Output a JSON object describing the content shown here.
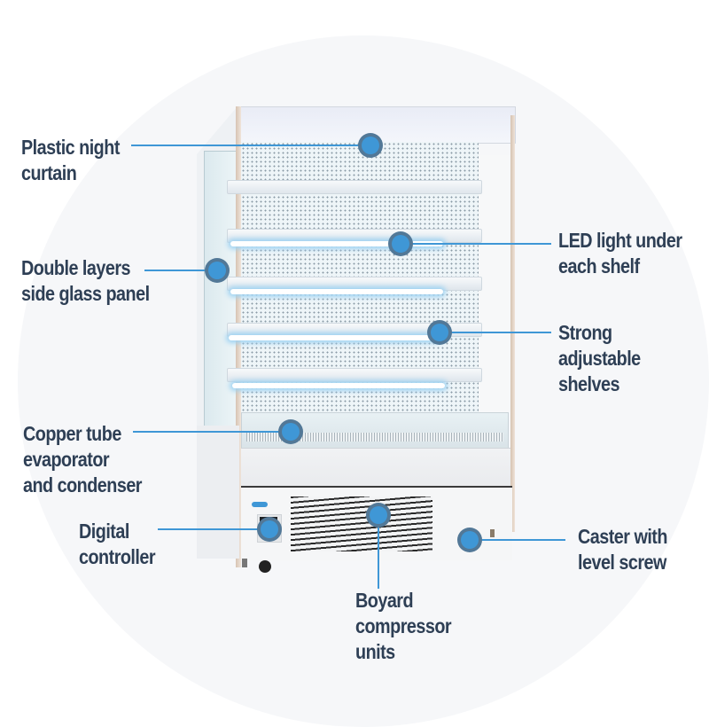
{
  "diagram": {
    "subject": "Open display refrigerator (multideck chiller)",
    "accent_color": "#3f97d6",
    "text_color": "#2e3f55",
    "callouts": [
      {
        "id": "night-curtain",
        "lines": [
          "Plastic night",
          "curtain"
        ]
      },
      {
        "id": "side-glass",
        "lines": [
          "Double layers",
          "side glass panel"
        ]
      },
      {
        "id": "copper-tube",
        "lines": [
          "Copper tube",
          "evaporator",
          "and condenser"
        ]
      },
      {
        "id": "digital-controller",
        "lines": [
          "Digital",
          "controller"
        ]
      },
      {
        "id": "led-light",
        "lines": [
          "LED light under",
          "each shelf"
        ]
      },
      {
        "id": "shelves",
        "lines": [
          "Strong",
          "adjustable",
          "shelves"
        ]
      },
      {
        "id": "caster",
        "lines": [
          "Caster with",
          "level screw"
        ]
      },
      {
        "id": "compressor",
        "lines": [
          "Boyard",
          "compressor",
          "units"
        ]
      }
    ]
  }
}
